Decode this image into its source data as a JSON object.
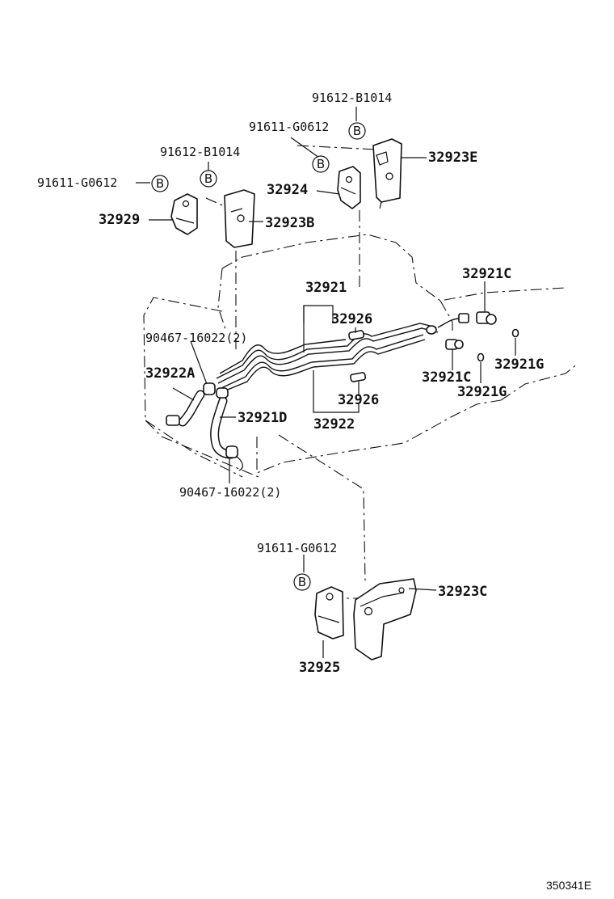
{
  "callouts": {
    "p_91612_top": "91612-B1014",
    "p_91611_top": "91611-G0612",
    "p_32923E": "32923E",
    "p_91612_left": "91612-B1014",
    "p_91611_left": "91611-G0612",
    "p_32924": "32924",
    "p_32929": "32929",
    "p_32923B": "32923B",
    "p_32921": "32921",
    "p_32926_top": "32926",
    "p_32921C_top": "32921C",
    "p_90467_top": "90467-16022(2)",
    "p_32922A": "32922A",
    "p_32921G_right": "32921G",
    "p_32921C_low": "32921C",
    "p_32921G_low": "32921G",
    "p_32926_low": "32926",
    "p_32921D": "32921D",
    "p_32922": "32922",
    "p_90467_low": "90467-16022(2)",
    "p_91611_bottom": "91611-G0612",
    "p_32923C": "32923C",
    "p_32925": "32925"
  },
  "bolt_marker": "B",
  "diagram_code": "350341E"
}
